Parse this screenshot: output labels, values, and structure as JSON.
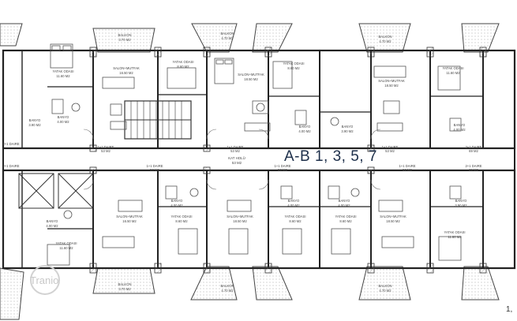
{
  "title": "A-B 1, 3, 5, 7",
  "watermark": "Tranio",
  "scale_mark": "1,",
  "corridor": {
    "name": "KAT HOLÜ",
    "area": "53 M2"
  },
  "rooms": {
    "balkon": "BALKON",
    "yatak": "YATAK ODASI",
    "salon": "SALON+MUTFAK",
    "banyo": "BANYO"
  },
  "units": {
    "daire_1_1": "1+1 DAIRE",
    "daire_2_1": "2+1 DAIRE"
  },
  "areas": {
    "balkon_a": "3.70 M2",
    "balkon_b": "4.70 M2",
    "yatak_a": "11.60 M2",
    "yatak_b": "8.60 M2",
    "salon_a": "16.50 M2",
    "salon_b": "18.50 M2",
    "banyo_a": "4.00 M2",
    "banyo_b": "3.90 M2",
    "daire_a": "53 M2",
    "daire_b": "69 M2"
  }
}
